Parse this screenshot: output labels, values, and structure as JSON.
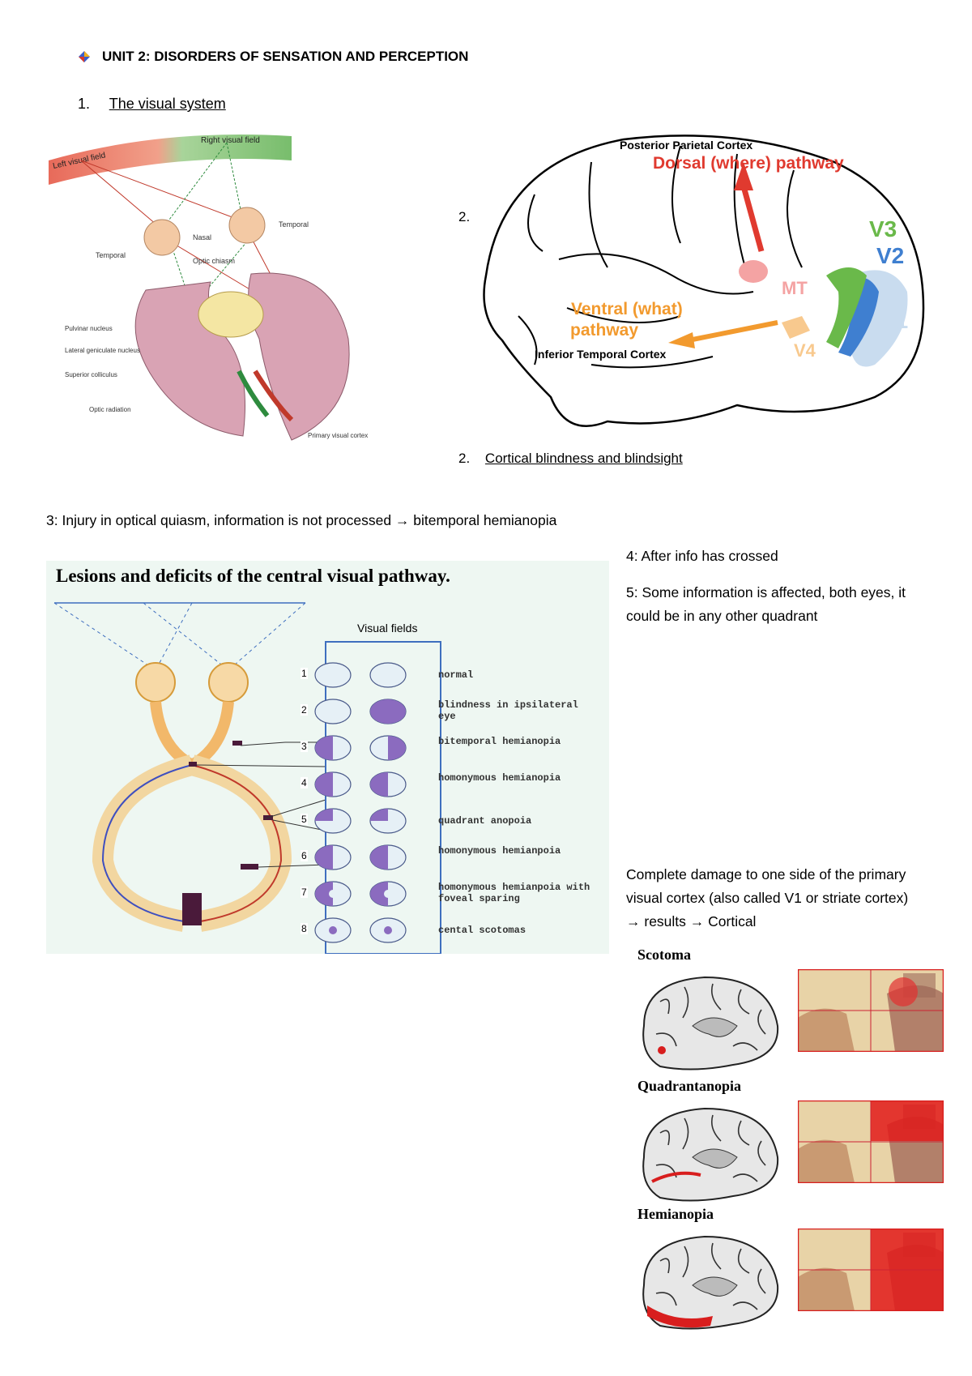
{
  "heading": "UNIT 2: DISORDERS OF SENSATION AND PERCEPTION",
  "section1": {
    "num": "1.",
    "title": "The visual system"
  },
  "fig1": {
    "left_field": "Left visual field",
    "right_field": "Right visual field",
    "temporal_r": "Temporal",
    "temporal_l": "Temporal",
    "nasal": "Nasal",
    "optic_chiasm": "Optic chiasm",
    "pulvinar": "Pulvinar nucleus",
    "lgn": "Lateral geniculate nucleus",
    "sc": "Superior colliculus",
    "radiation": "Optic radiation",
    "cortex": "Primary visual cortex"
  },
  "fig2": {
    "ppc": "Posterior Parietal Cortex",
    "dorsal": "Dorsal (where) pathway",
    "ventral_1": "Ventral (what)",
    "ventral_2": "pathway",
    "itc": "Inferior Temporal Cortex",
    "v1": "V1",
    "v2": "V2",
    "v3": "V3",
    "v4": "V4",
    "mt": "MT",
    "colors": {
      "dorsal": "#e03a2f",
      "ventral": "#f29a2e",
      "v1": "#c9dcef",
      "v2": "#3f7fd0",
      "v3": "#6ab94a"
    }
  },
  "label2a": "2.",
  "label2b": {
    "num": "2.",
    "title": "Cortical blindness and blindsight"
  },
  "line3": {
    "num": "3:",
    "text": " Injury in optical quiasm, information is not processed → bitemporal hemianopia"
  },
  "note4": {
    "num": "4:",
    "text": " After info has crossed"
  },
  "note5": {
    "num": "5:",
    "text": " Some information is affected, both eyes, it could be in any other quadrant"
  },
  "fig3": {
    "title": "Lesions and deficits of the central visual pathway.",
    "vf_title": "Visual fields",
    "rows": [
      {
        "n": "1",
        "label": "normal"
      },
      {
        "n": "2",
        "label": "blindness in ipsilateral eye"
      },
      {
        "n": "3",
        "label": "bitemporal hemianopia"
      },
      {
        "n": "4",
        "label": "homonymous hemianopia"
      },
      {
        "n": "5",
        "label": "quadrant anopoia"
      },
      {
        "n": "6",
        "label": "homonymous hemianpoia"
      },
      {
        "n": "7",
        "label": "homonymous hemianpoia with foveal sparing"
      },
      {
        "n": "8",
        "label": "cental scotomas"
      }
    ]
  },
  "cortical_note": "Complete damage to one side of the primary visual cortex (also called V1 or striate cortex) → results → Cortical",
  "panels": [
    {
      "title": "Scotoma"
    },
    {
      "title": "Quadrantanopia"
    },
    {
      "title": "Hemianopia"
    }
  ]
}
